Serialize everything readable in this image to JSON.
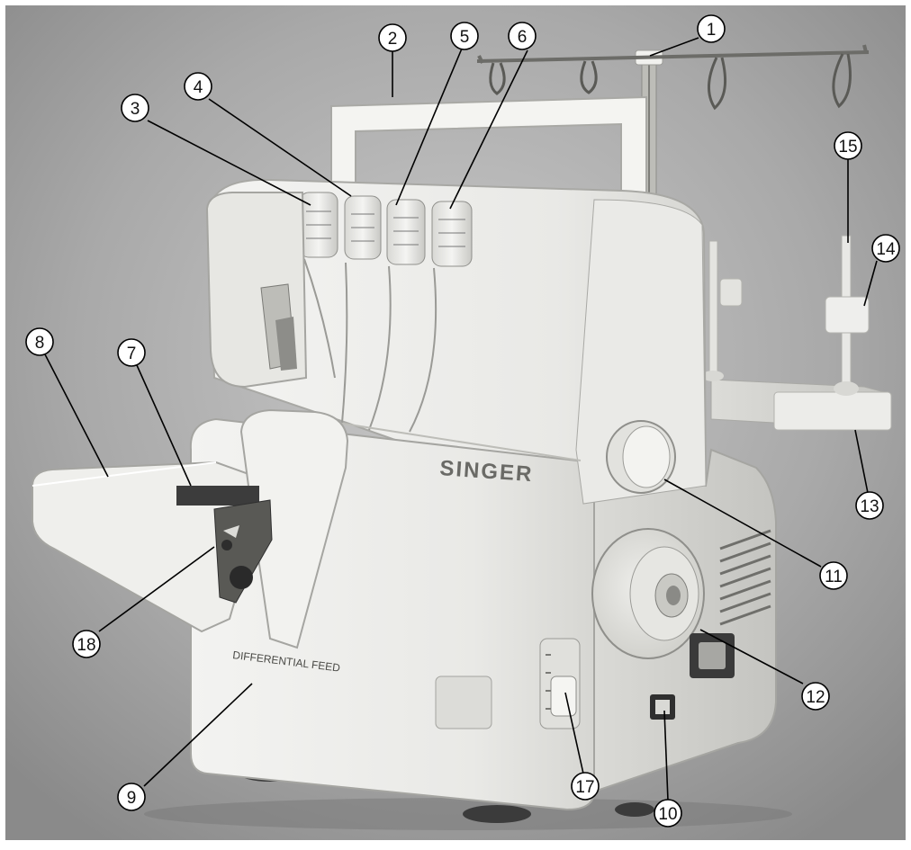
{
  "figure": {
    "brand_text": "SINGER",
    "panel_text": "DIFFERENTIAL FEED"
  },
  "callouts": [
    {
      "id": "c1",
      "label": "1"
    },
    {
      "id": "c2",
      "label": "2"
    },
    {
      "id": "c3",
      "label": "3"
    },
    {
      "id": "c4",
      "label": "4"
    },
    {
      "id": "c5",
      "label": "5"
    },
    {
      "id": "c6",
      "label": "6"
    },
    {
      "id": "c7",
      "label": "7"
    },
    {
      "id": "c8",
      "label": "8"
    },
    {
      "id": "c9",
      "label": "9"
    },
    {
      "id": "c10",
      "label": "10"
    },
    {
      "id": "c11",
      "label": "11"
    },
    {
      "id": "c12",
      "label": "12"
    },
    {
      "id": "c13",
      "label": "13"
    },
    {
      "id": "c14",
      "label": "14"
    },
    {
      "id": "c15",
      "label": "15"
    },
    {
      "id": "c17",
      "label": "17"
    },
    {
      "id": "c18",
      "label": "18"
    }
  ]
}
